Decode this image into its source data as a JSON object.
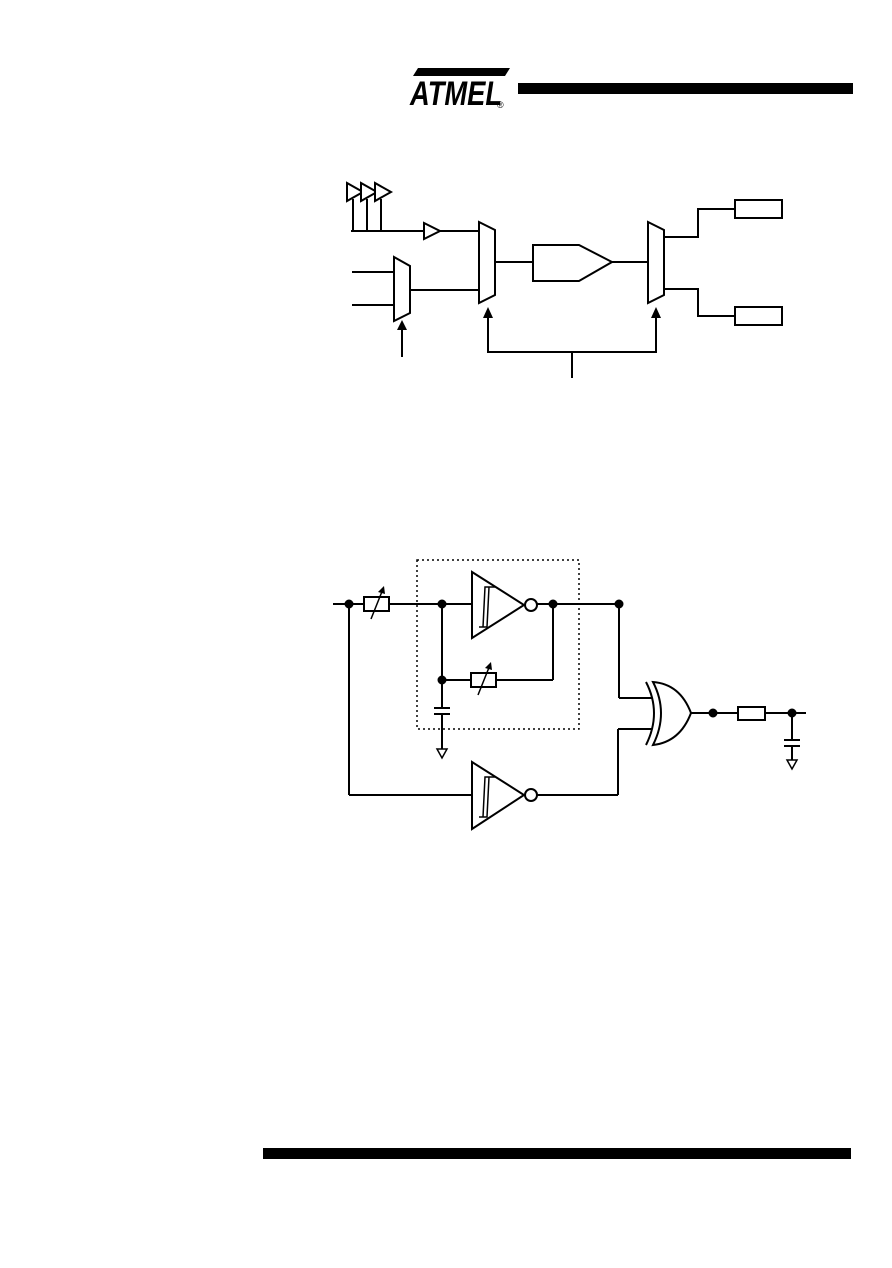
{
  "header": {
    "logo_text": "ATMEL",
    "registered_mark": "®"
  },
  "colors": {
    "ink": "#000000",
    "paper": "#ffffff"
  },
  "figures": [
    {
      "id": "comparator-block-diagram",
      "elements": [
        "reference-buffers",
        "input-buffer",
        "input-mux",
        "main-mux",
        "comparator",
        "output-demux",
        "output-box-top",
        "output-box-bottom",
        "select-line"
      ]
    },
    {
      "id": "schmitt-xor-filter-diagram",
      "elements": [
        "variable-resistor-input",
        "dotted-module",
        "schmitt-inverter-top",
        "feedback-variable-resistor",
        "capacitor-ground",
        "schmitt-inverter-bottom",
        "xor-gate",
        "output-resistor",
        "output-capacitor"
      ]
    }
  ]
}
